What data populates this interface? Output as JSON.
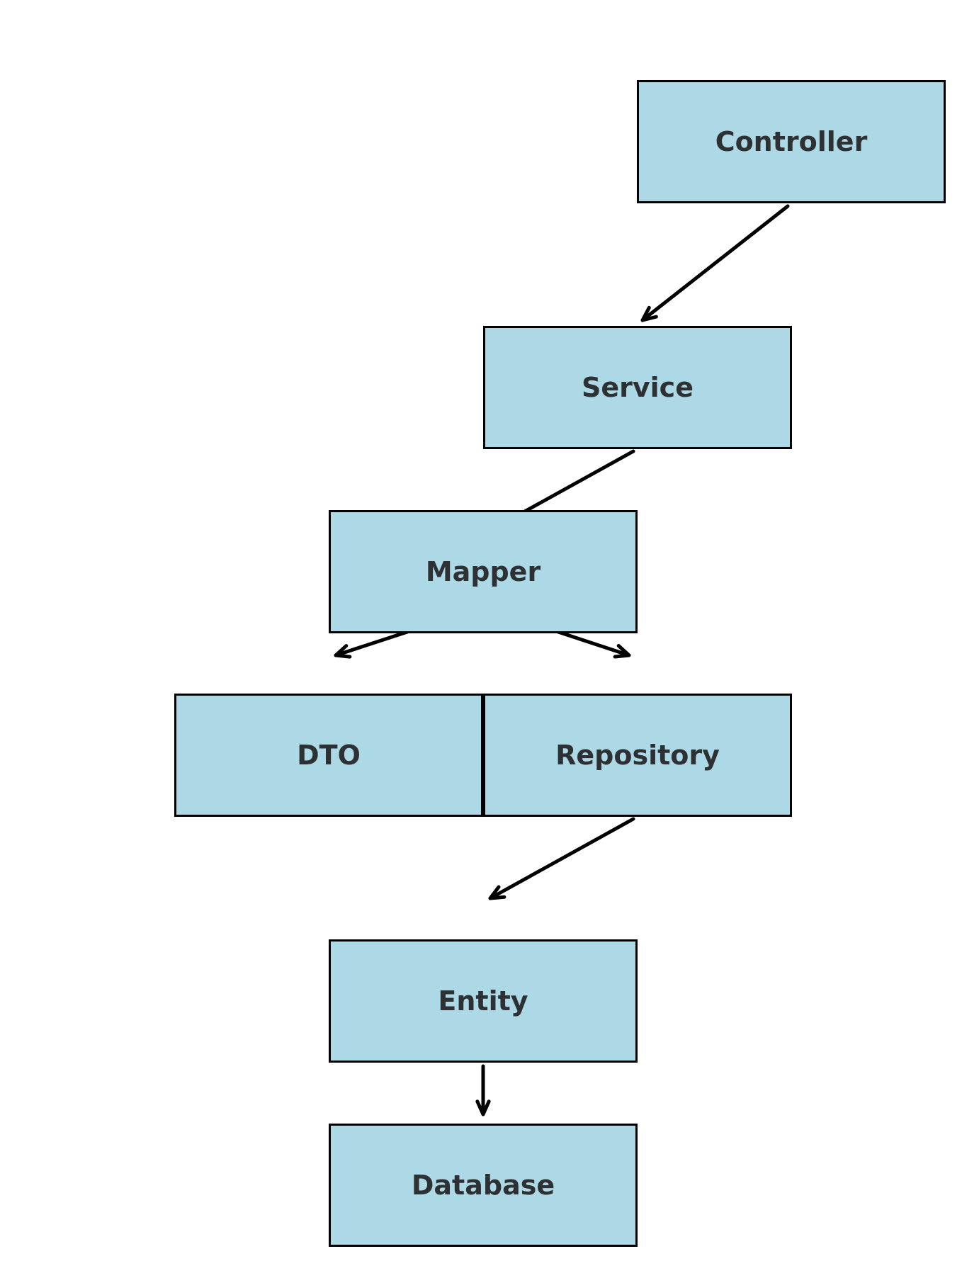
{
  "diagram": {
    "colors": {
      "node_fill": "#add8e6",
      "node_border": "#000000",
      "label_text": "#2e3133",
      "arrow": "#000000"
    },
    "nodes": {
      "controller": "Controller",
      "service": "Service",
      "mapper": "Mapper",
      "dto": "DTO",
      "repository": "Repository",
      "entity": "Entity",
      "database": "Database"
    },
    "edges": [
      {
        "from": "Controller",
        "to": "Service"
      },
      {
        "from": "Service",
        "to": "Mapper"
      },
      {
        "from": "Mapper",
        "to": "DTO"
      },
      {
        "from": "Mapper",
        "to": "Repository"
      },
      {
        "from": "Repository",
        "to": "Entity"
      },
      {
        "from": "Entity",
        "to": "Database"
      }
    ]
  }
}
